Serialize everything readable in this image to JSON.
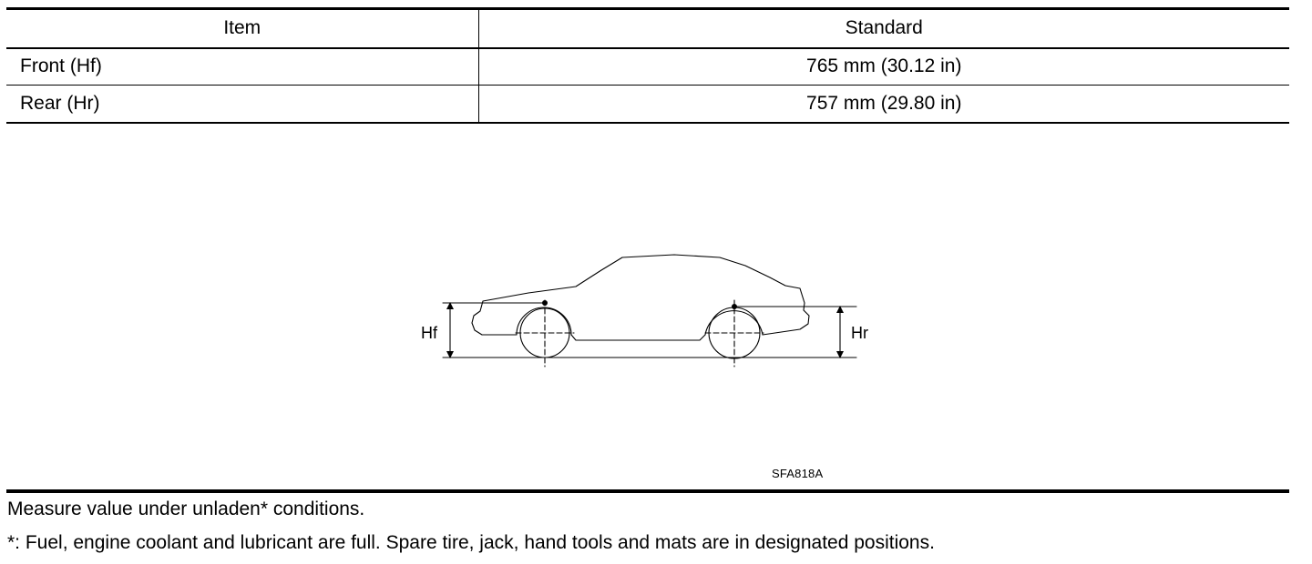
{
  "spec_table": {
    "headers": {
      "item": "Item",
      "standard": "Standard"
    },
    "rows": [
      {
        "item": "Front (Hf)",
        "standard": "765 mm (30.12 in)"
      },
      {
        "item": "Rear (Hr)",
        "standard": "757 mm (29.80 in)"
      }
    ]
  },
  "figure": {
    "label_front": "Hf",
    "label_rear": "Hr",
    "code": "SFA818A"
  },
  "notes": {
    "condition": "Measure value under unladen* conditions.",
    "footnote": "*: Fuel, engine coolant and lubricant are full. Spare tire, jack, hand tools and mats are in designated positions."
  }
}
